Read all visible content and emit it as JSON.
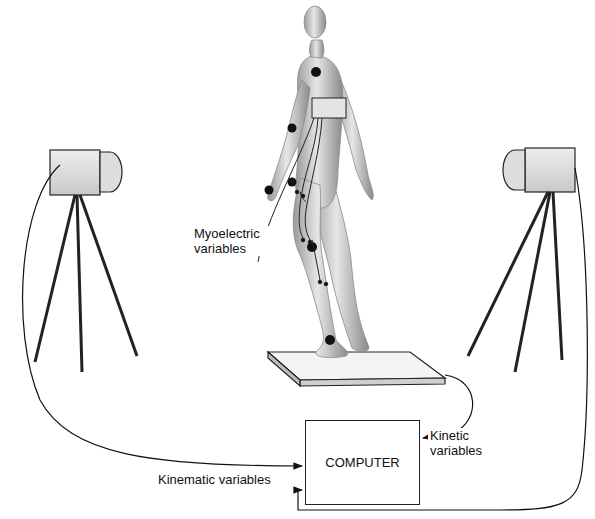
{
  "diagram": {
    "nodes": [
      {
        "text": [
          "COMPUTER"
        ]
      }
    ],
    "labels": [
      "Myoelectric variables",
      "Kinetic variables",
      "Kinematic variables"
    ]
  }
}
